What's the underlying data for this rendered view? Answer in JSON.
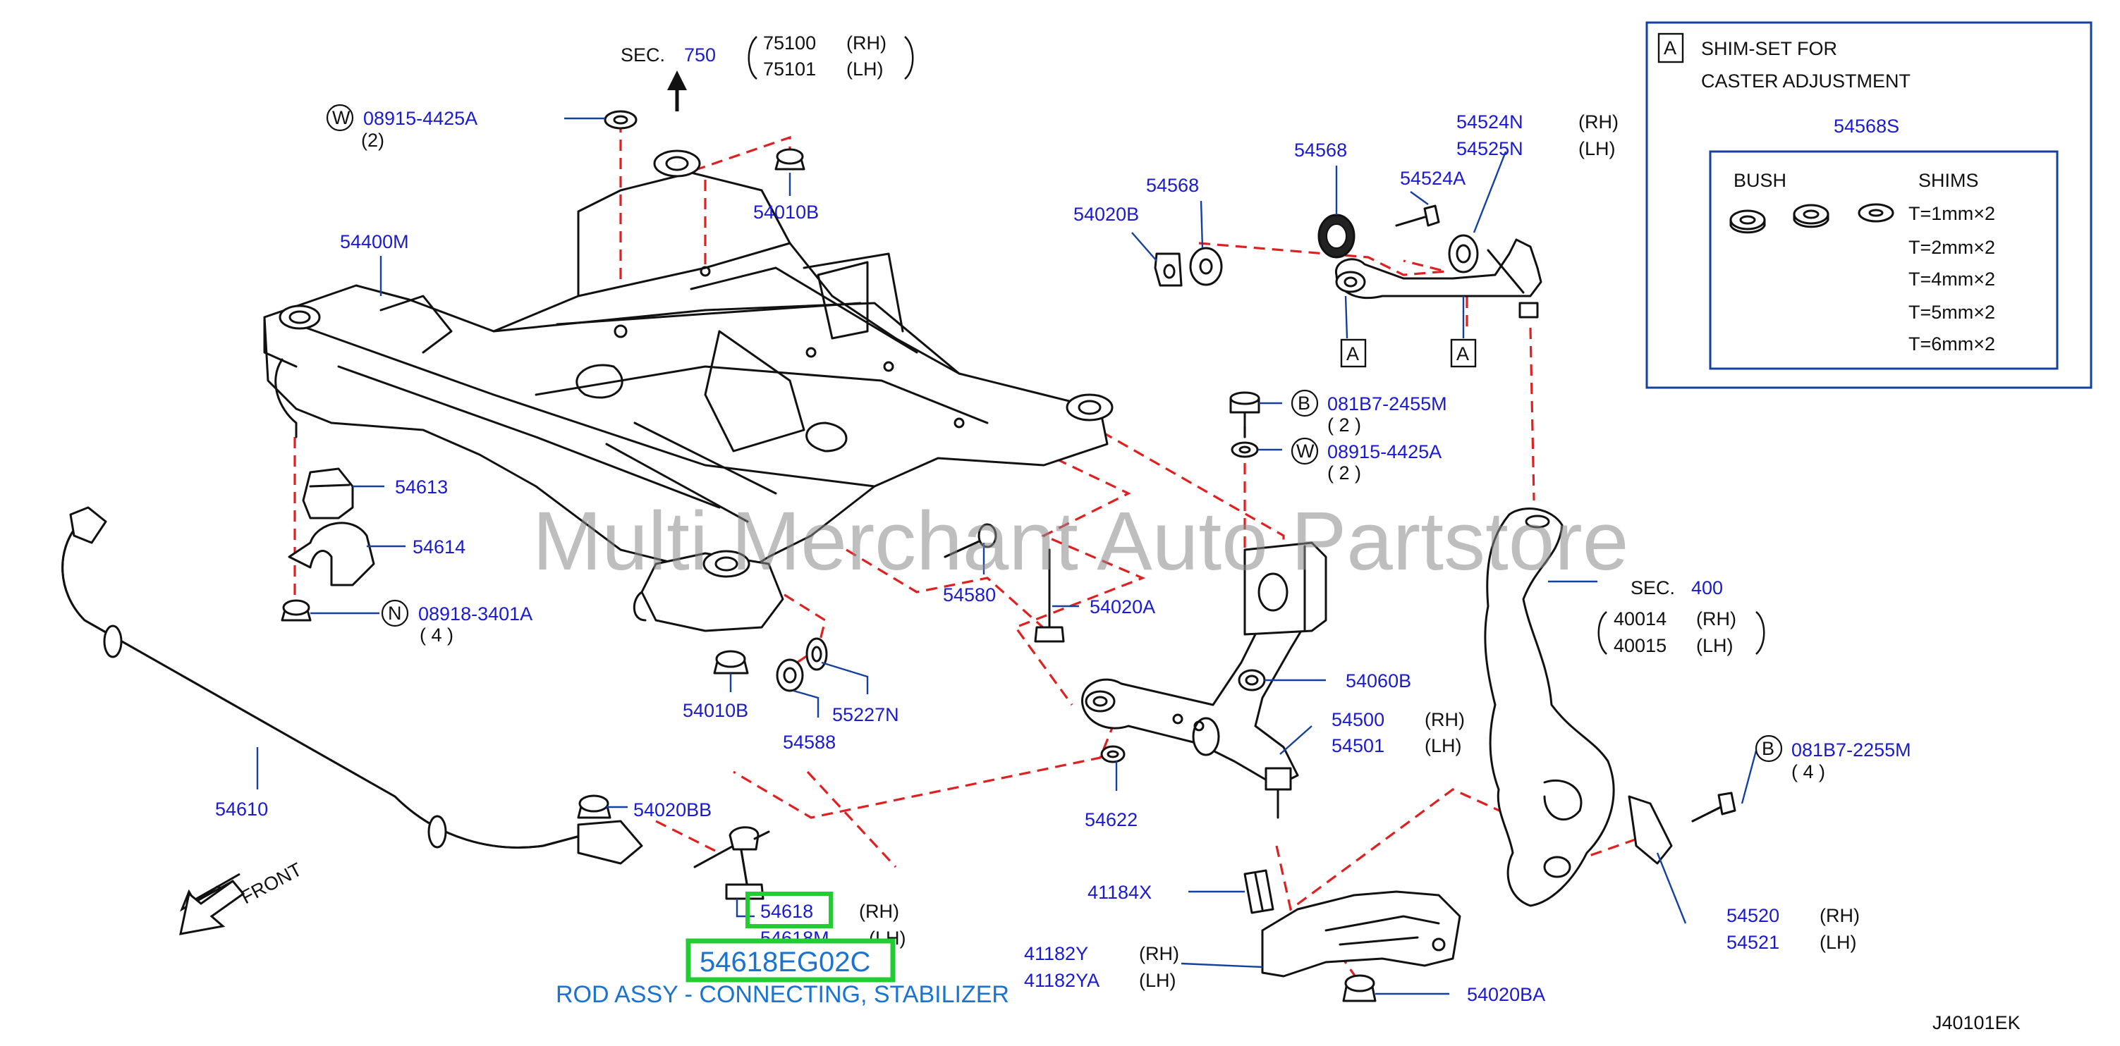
{
  "sec_top": {
    "prefix": "SEC.",
    "num": "750",
    "rh": "75100",
    "lh": "75101",
    "rh_tag": "(RH)",
    "lh_tag": "(LH)"
  },
  "sec_400": {
    "prefix": "SEC.",
    "num": "400",
    "rh": "40014",
    "lh": "40015",
    "rh_tag": "(RH)",
    "lh_tag": "(LH)"
  },
  "shim_box": {
    "tag": "A",
    "title_l1": "SHIM-SET  FOR",
    "title_l2": "CASTER  ADJUSTMENT",
    "part": "54568S",
    "bush": "BUSH",
    "shims": "SHIMS",
    "sizes": [
      "T=1mm×2",
      "T=2mm×2",
      "T=4mm×2",
      "T=5mm×2",
      "T=6mm×2"
    ]
  },
  "labels": {
    "p_08915_top": "08915-4425A",
    "q_08915_top": "(2)",
    "p_54400M": "54400M",
    "p_54010B_top": "54010B",
    "p_54020B": "54020B",
    "p_54568_a": "54568",
    "p_54568_b": "54568",
    "p_54524A": "54524A",
    "p_54524N": "54524N",
    "t_54524N": "(RH)",
    "p_54525N": "54525N",
    "t_54525N": "(LH)",
    "p_081B7_mid": "081B7-2455M",
    "q_081B7_mid": "( 2 )",
    "p_08915_mid": "08915-4425A",
    "q_08915_mid": "( 2 )",
    "p_54613": "54613",
    "p_54614": "54614",
    "p_08918": "08918-3401A",
    "q_08918": "( 4 )",
    "p_54580": "54580",
    "p_54020A": "54020A",
    "p_54010B_bot": "54010B",
    "p_54588": "54588",
    "p_55227N": "55227N",
    "p_54060B": "54060B",
    "p_54500": "54500",
    "t_54500": "(RH)",
    "p_54501": "54501",
    "t_54501": "(LH)",
    "p_54610": "54610",
    "p_54020BB": "54020BB",
    "p_54622": "54622",
    "p_081B7_right": "081B7-2255M",
    "q_081B7_right": "( 4 )",
    "p_54618": "54618",
    "t_54618": "(RH)",
    "p_54618M": "54618M",
    "t_54618M": "(LH)",
    "p_41184X": "41184X",
    "p_41182Y": "41182Y",
    "t_41182Y": "(RH)",
    "p_41182YA": "41182YA",
    "t_41182YA": "(LH)",
    "p_54520": "54520",
    "t_54520": "(RH)",
    "p_54521": "54521",
    "t_54521": "(LH)",
    "p_54020BA": "54020BA",
    "front": "FRONT",
    "tag_W": "W",
    "tag_B": "B",
    "tag_N": "N",
    "tag_A": "A"
  },
  "highlight": {
    "part": "54618EG02C",
    "desc": "ROD ASSY - CONNECTING, STABILIZER"
  },
  "diagram_code": "J40101EK",
  "watermark": "Multi Merchant Auto Partstore",
  "colors": {
    "label": "#1a1ad0",
    "leader": "#1540a0",
    "dashed": "#e02020",
    "highlight": "#22cc33",
    "desc": "#1a73d0",
    "ink": "#111111"
  }
}
